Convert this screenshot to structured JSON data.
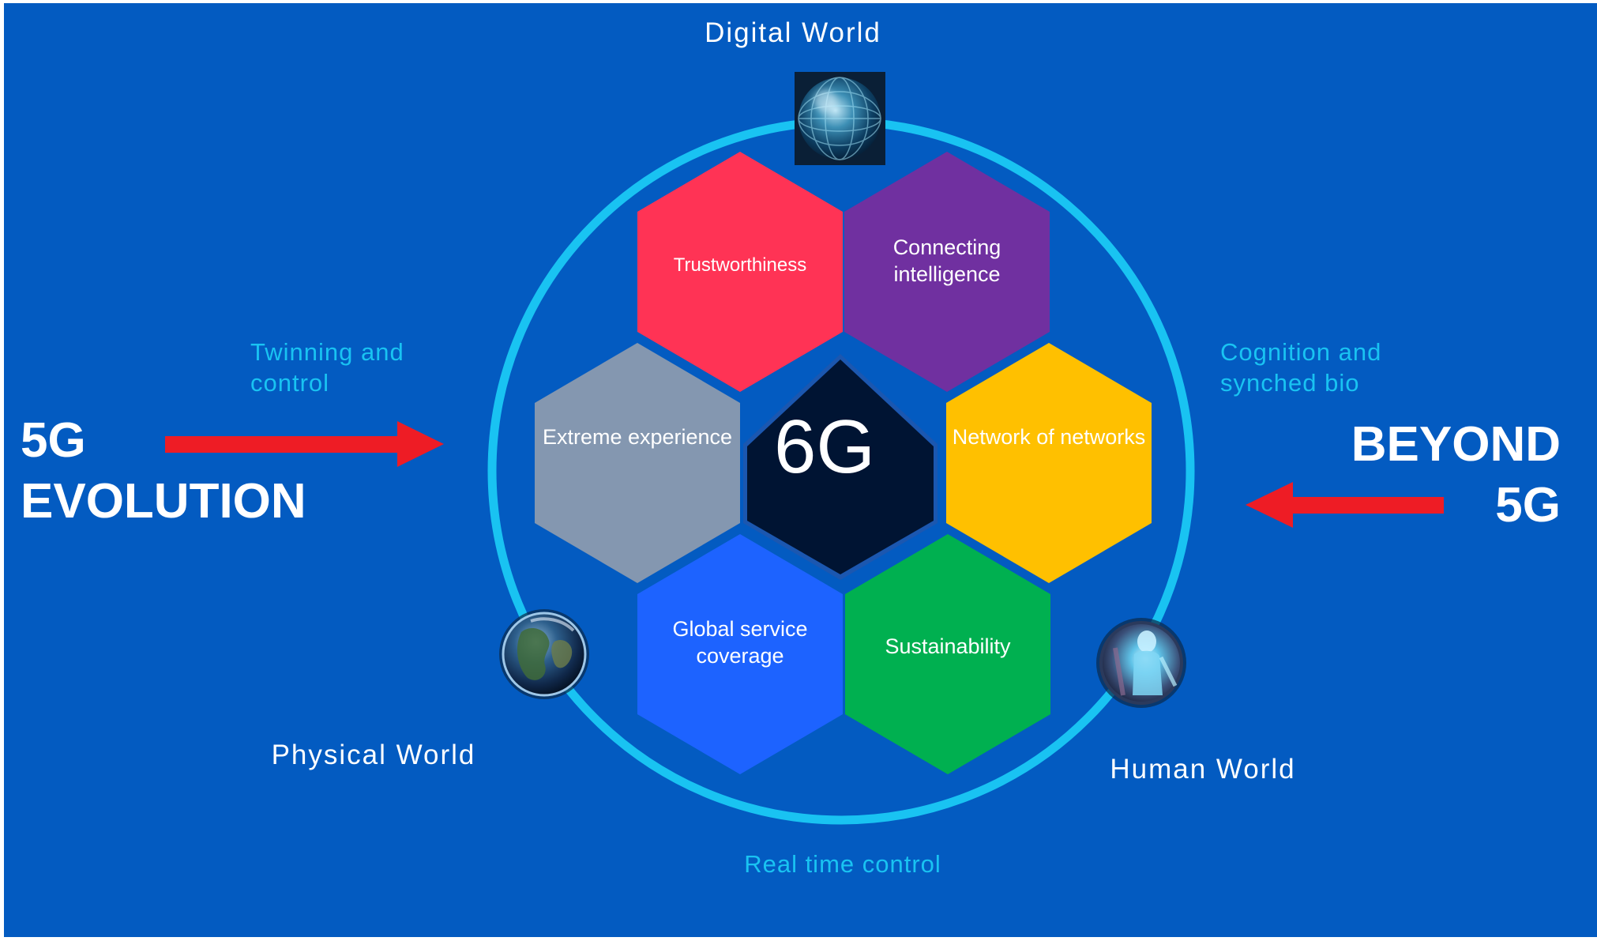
{
  "colors": {
    "background": "#035bc1",
    "ring": "#19c3f2",
    "arrow": "#ee1c25",
    "center": "#001433"
  },
  "worlds": {
    "digital": {
      "label": "Digital World",
      "icon": "digital-globe-icon"
    },
    "physical": {
      "label": "Physical World",
      "icon": "earth-icon"
    },
    "human": {
      "label": "Human World",
      "icon": "human-body-icon"
    }
  },
  "bridges": {
    "twinning": [
      "Twinning and",
      "control"
    ],
    "cognition": [
      "Cognition and",
      "synched bio"
    ],
    "realtime": "Real time control"
  },
  "sides": {
    "left": [
      "5G",
      "EVOLUTION"
    ],
    "right": [
      "BEYOND",
      "5G"
    ]
  },
  "center": {
    "label": "6G"
  },
  "hexes": [
    {
      "id": "trust",
      "lines": [
        "Trustworthiness"
      ],
      "color": "#ff3355"
    },
    {
      "id": "intel",
      "lines": [
        "Connecting",
        "intelligence"
      ],
      "color": "#7030a0"
    },
    {
      "id": "xp",
      "lines": [
        "Extreme experience"
      ],
      "color": "#8497b0"
    },
    {
      "id": "nets",
      "lines": [
        "Network of networks"
      ],
      "color": "#ffc000"
    },
    {
      "id": "global",
      "lines": [
        "Global service",
        "coverage"
      ],
      "color": "#1d63ff"
    },
    {
      "id": "sust",
      "lines": [
        "Sustainability"
      ],
      "color": "#00b050"
    }
  ]
}
